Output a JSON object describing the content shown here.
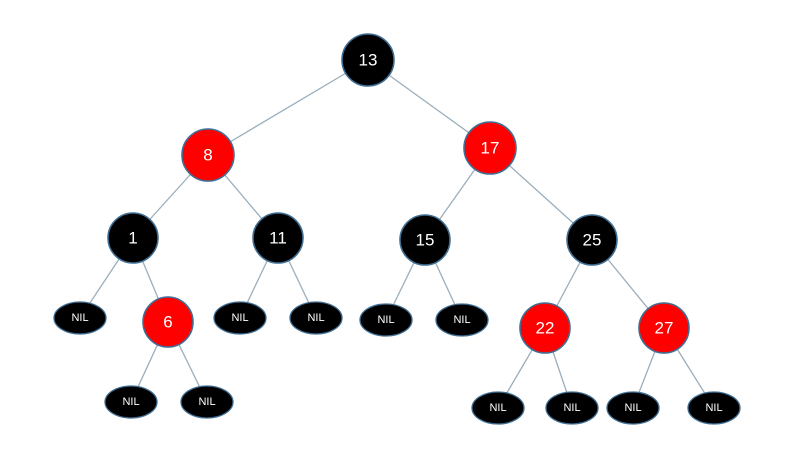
{
  "colors": {
    "black": "#000000",
    "red": "#ff0000",
    "outline": "#3f6f95",
    "edge": "#9aaebc",
    "text": "#ffffff"
  },
  "nil_label": "NIL",
  "nodes": [
    {
      "id": "n13",
      "label": "13",
      "color": "black"
    },
    {
      "id": "n8",
      "label": "8",
      "color": "red"
    },
    {
      "id": "n17",
      "label": "17",
      "color": "red"
    },
    {
      "id": "n1",
      "label": "1",
      "color": "black"
    },
    {
      "id": "n11",
      "label": "11",
      "color": "black"
    },
    {
      "id": "n15",
      "label": "15",
      "color": "black"
    },
    {
      "id": "n25",
      "label": "25",
      "color": "black"
    },
    {
      "id": "n6",
      "label": "6",
      "color": "red"
    },
    {
      "id": "n22",
      "label": "22",
      "color": "red"
    },
    {
      "id": "n27",
      "label": "27",
      "color": "red"
    }
  ]
}
